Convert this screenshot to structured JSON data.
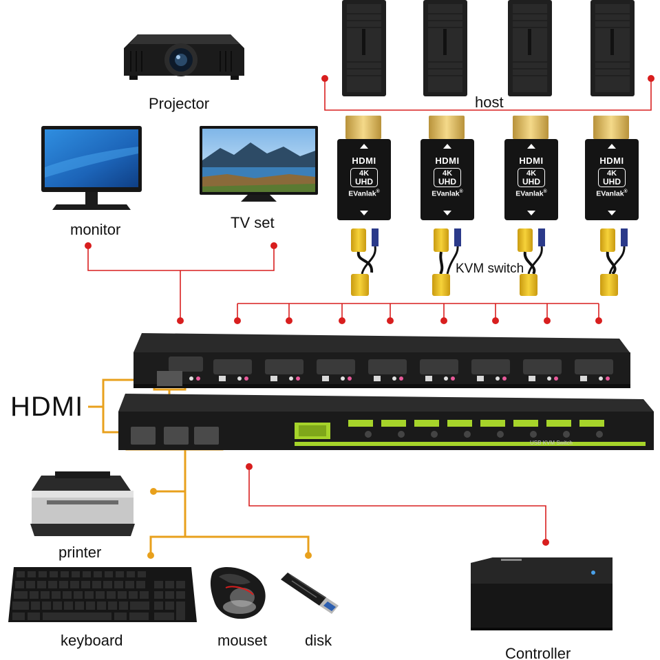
{
  "labels": {
    "projector": "Projector",
    "host": "host",
    "monitor": "monitor",
    "tv_set": "TV set",
    "kvm_switch": "KVM switch",
    "hdmi": "HDMI",
    "printer": "printer",
    "keyboard": "keyboard",
    "mouse": "mouset",
    "disk": "disk",
    "controller": "Controller"
  },
  "adapter": {
    "brand_logo": "HDMI",
    "resolution": "4K",
    "quality": "UHD",
    "maker": "EVanlak",
    "registered": "®"
  },
  "device_caption": "USB KVM Switch",
  "colors": {
    "red_wire": "#d81e1e",
    "orange_wire": "#e8a01c",
    "device_dark": "#1c1c1c",
    "button_green": "#a6d42a"
  }
}
